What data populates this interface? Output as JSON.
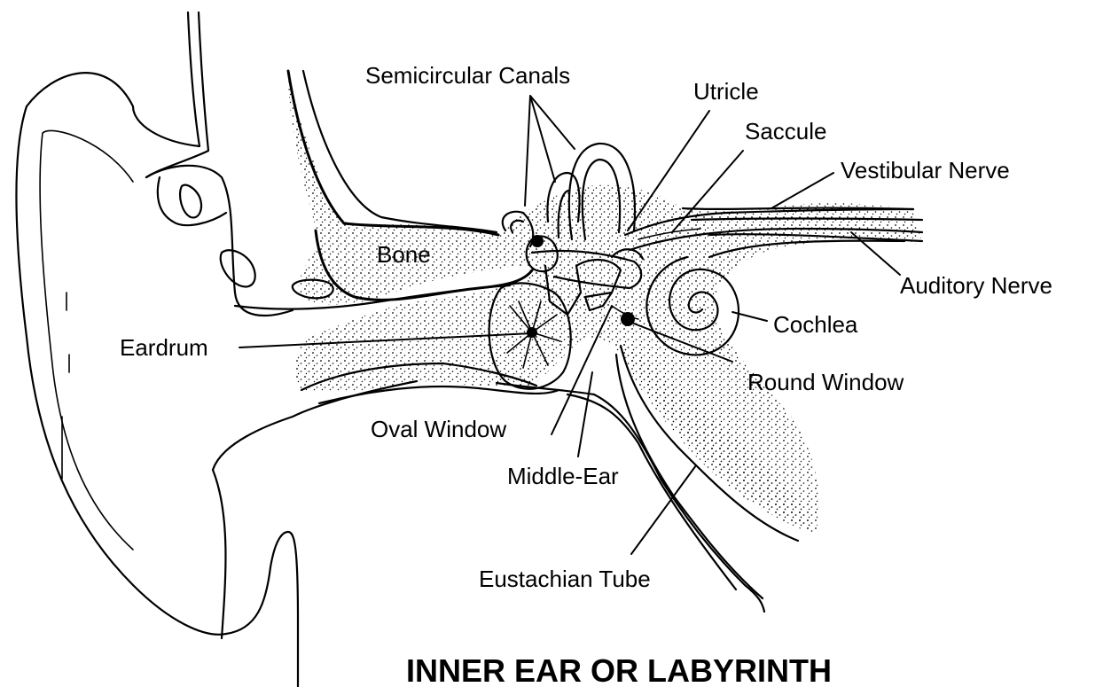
{
  "title": "INNER EAR OR LABYRINTH",
  "labels": {
    "semicircular_canals": "Semicircular Canals",
    "utricle": "Utricle",
    "saccule": "Saccule",
    "vestibular_nerve": "Vestibular Nerve",
    "auditory_nerve": "Auditory Nerve",
    "bone": "Bone",
    "cochlea": "Cochlea",
    "eardrum": "Eardrum",
    "round_window": "Round Window",
    "oval_window": "Oval Window",
    "middle_ear": "Middle-Ear",
    "eustachian_tube": "Eustachian Tube"
  },
  "colors": {
    "ink": "#000000",
    "background": "#ffffff"
  }
}
